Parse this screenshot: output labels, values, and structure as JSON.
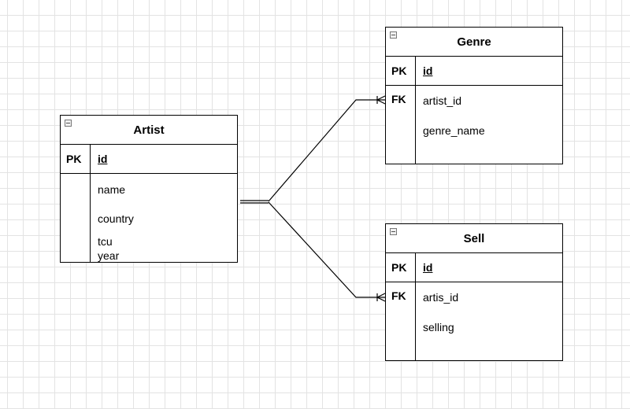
{
  "diagram": {
    "entities": [
      {
        "id": "artist",
        "title": "Artist",
        "pk_label": "PK",
        "pk_field": "id",
        "fk_label": "",
        "fields": [
          "name",
          "country",
          "tcu",
          "year"
        ]
      },
      {
        "id": "genre",
        "title": "Genre",
        "pk_label": "PK",
        "pk_field": "id",
        "fk_label": "FK",
        "fields": [
          "artist_id",
          "genre_name"
        ]
      },
      {
        "id": "sell",
        "title": "Sell",
        "pk_label": "PK",
        "pk_field": "id",
        "fk_label": "FK",
        "fields": [
          "artis_id",
          "selling"
        ]
      }
    ],
    "relationships": [
      {
        "from": "Artist",
        "to": "Genre",
        "from_cardinality": "one",
        "to_cardinality": "one-or-many"
      },
      {
        "from": "Artist",
        "to": "Sell",
        "from_cardinality": "one",
        "to_cardinality": "one-or-many"
      }
    ],
    "colors": {
      "line": "#000000",
      "grid": "#e3e3e3",
      "background": "#ffffff"
    }
  }
}
